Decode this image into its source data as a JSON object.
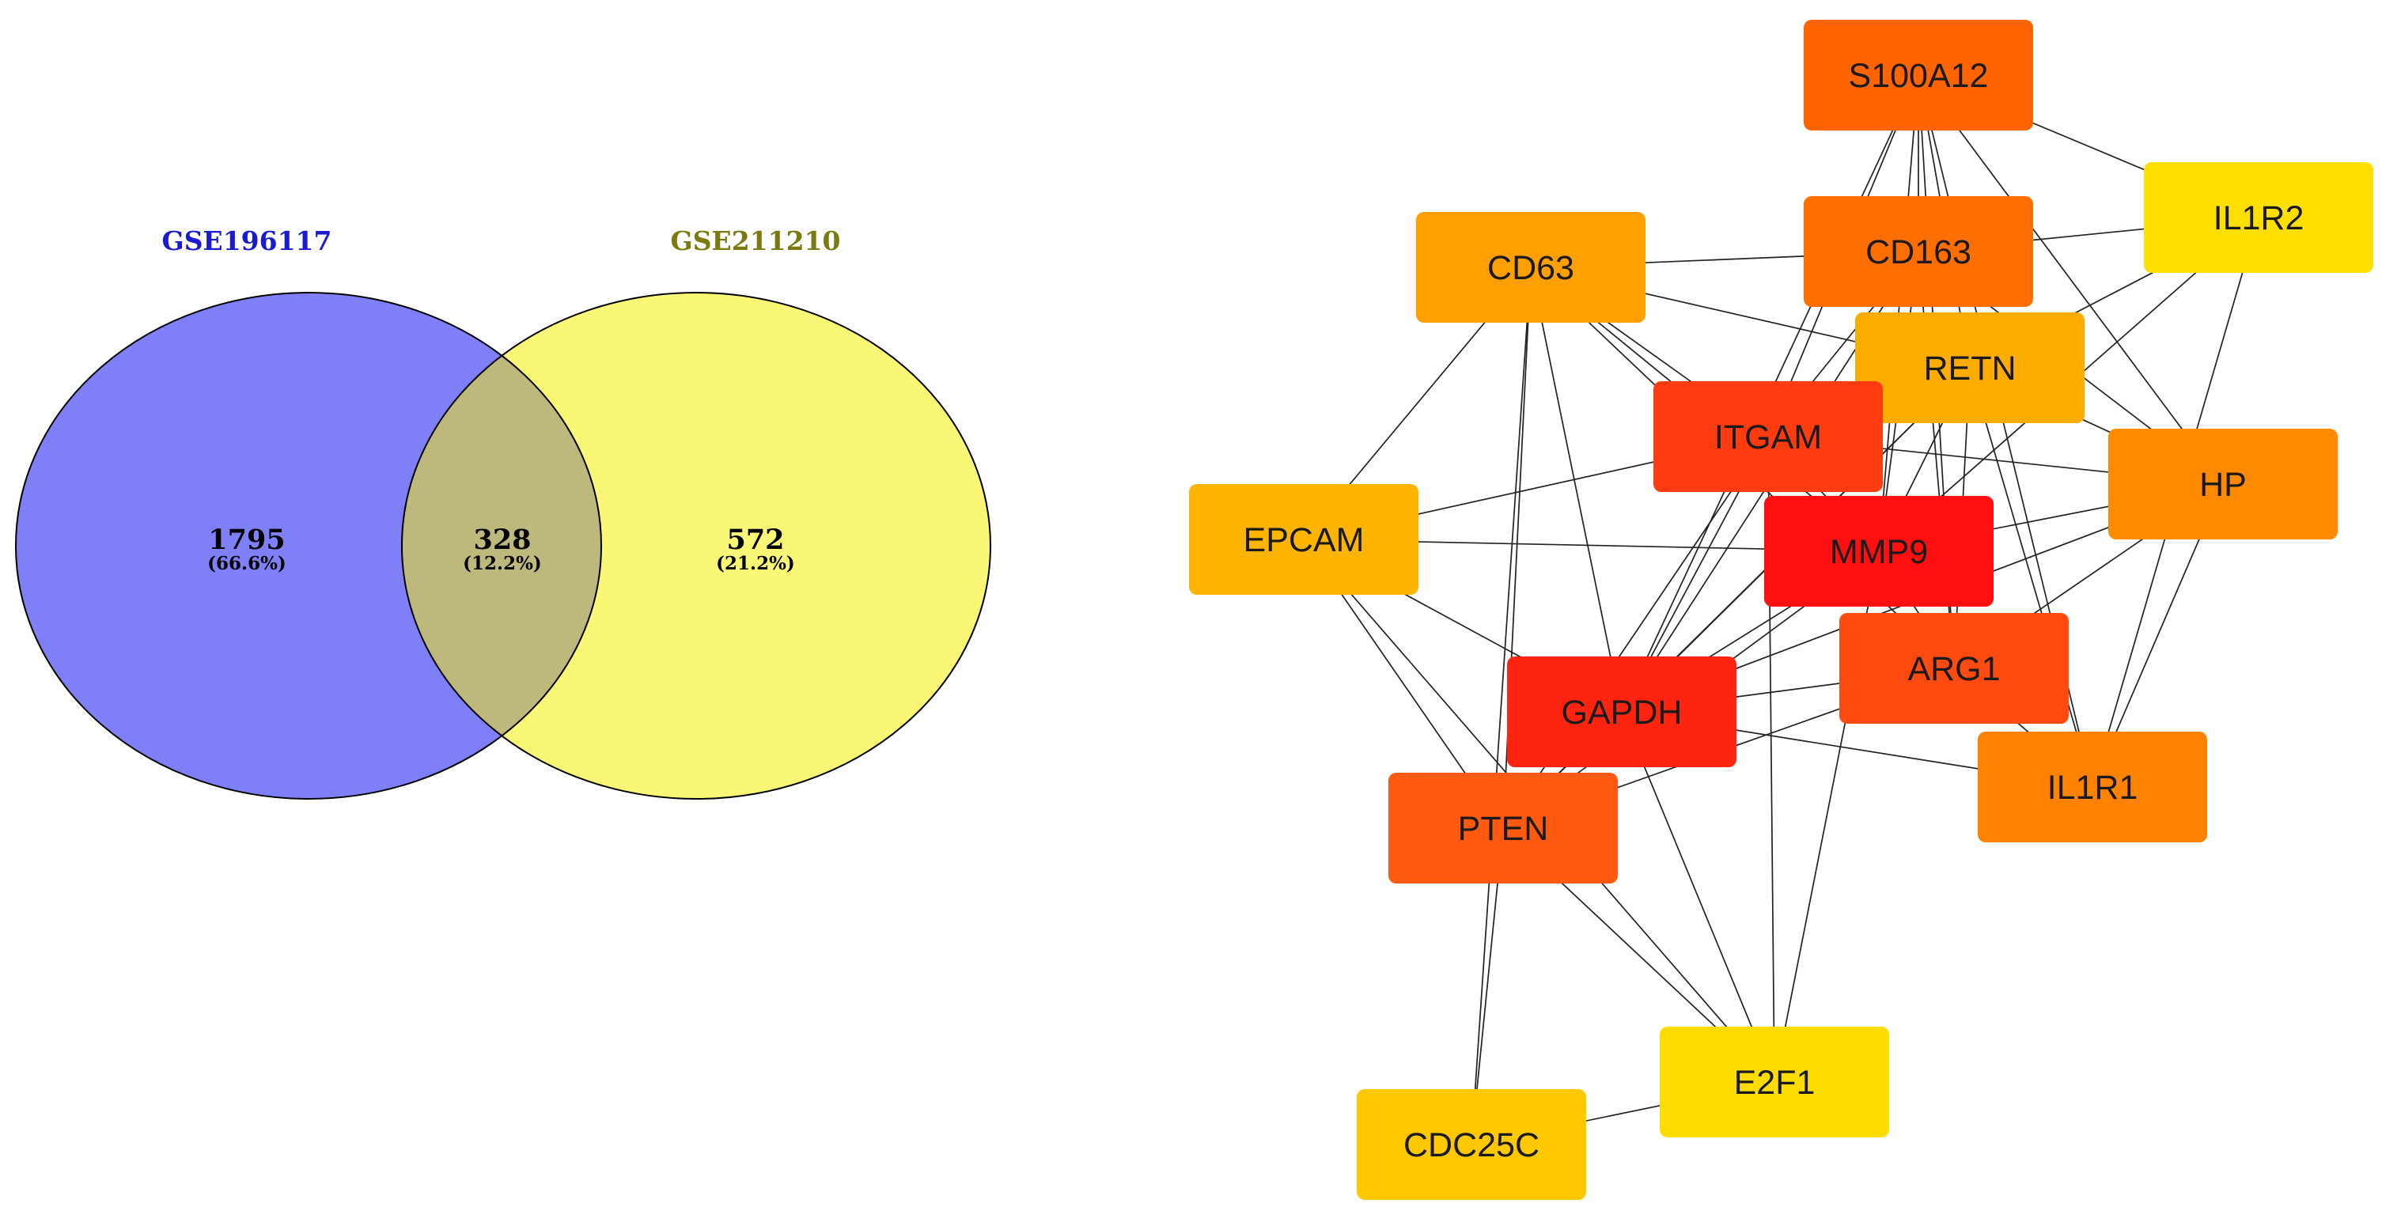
{
  "venn": {
    "sets": [
      {
        "name": "GSE196117",
        "color": "#1a1ad0",
        "fill": "#7f7ff8"
      },
      {
        "name": "GSE211210",
        "color": "#7a7a10",
        "fill": "#f9f775"
      }
    ],
    "regions": [
      {
        "id": "left",
        "count": "1795",
        "percent": "(66.6%)"
      },
      {
        "id": "overlap",
        "count": "328",
        "percent": "(12.2%)",
        "fill": "#bdb97d"
      },
      {
        "id": "right",
        "count": "572",
        "percent": "(21.2%)"
      }
    ]
  },
  "network": {
    "nodes": [
      {
        "id": "S100A12",
        "label": "S100A12",
        "color": "#ff6400"
      },
      {
        "id": "IL1R2",
        "label": "IL1R2",
        "color": "#ffdf00"
      },
      {
        "id": "CD63",
        "label": "CD63",
        "color": "#ff9f00"
      },
      {
        "id": "CD163",
        "label": "CD163",
        "color": "#ff6e00"
      },
      {
        "id": "RETN",
        "label": "RETN",
        "color": "#ffac00"
      },
      {
        "id": "ITGAM",
        "label": "ITGAM",
        "color": "#ff3c0f"
      },
      {
        "id": "HP",
        "label": "HP",
        "color": "#ff8a00"
      },
      {
        "id": "EPCAM",
        "label": "EPCAM",
        "color": "#ffb400"
      },
      {
        "id": "MMP9",
        "label": "MMP9",
        "color": "#ff1010"
      },
      {
        "id": "ARG1",
        "label": "ARG1",
        "color": "#ff4a10"
      },
      {
        "id": "GAPDH",
        "label": "GAPDH",
        "color": "#ff2410"
      },
      {
        "id": "IL1R1",
        "label": "IL1R1",
        "color": "#ff8200"
      },
      {
        "id": "PTEN",
        "label": "PTEN",
        "color": "#ff5a10"
      },
      {
        "id": "E2F1",
        "label": "E2F1",
        "color": "#ffdc00"
      },
      {
        "id": "CDC25C",
        "label": "CDC25C",
        "color": "#ffc800"
      }
    ],
    "edges": [
      [
        "S100A12",
        "CD163"
      ],
      [
        "S100A12",
        "RETN"
      ],
      [
        "S100A12",
        "ITGAM"
      ],
      [
        "S100A12",
        "MMP9"
      ],
      [
        "S100A12",
        "GAPDH"
      ],
      [
        "S100A12",
        "ARG1"
      ],
      [
        "S100A12",
        "HP"
      ],
      [
        "S100A12",
        "IL1R2"
      ],
      [
        "S100A12",
        "IL1R1"
      ],
      [
        "IL1R2",
        "CD163"
      ],
      [
        "IL1R2",
        "IL1R1"
      ],
      [
        "IL1R2",
        "MMP9"
      ],
      [
        "IL1R2",
        "RETN"
      ],
      [
        "CD63",
        "CD163"
      ],
      [
        "CD63",
        "RETN"
      ],
      [
        "CD63",
        "ITGAM"
      ],
      [
        "CD63",
        "MMP9"
      ],
      [
        "CD63",
        "GAPDH"
      ],
      [
        "CD63",
        "EPCAM"
      ],
      [
        "CD63",
        "PTEN"
      ],
      [
        "CD63",
        "ARG1"
      ],
      [
        "CD163",
        "ITGAM"
      ],
      [
        "CD163",
        "MMP9"
      ],
      [
        "CD163",
        "GAPDH"
      ],
      [
        "CD163",
        "ARG1"
      ],
      [
        "CD163",
        "HP"
      ],
      [
        "RETN",
        "ITGAM"
      ],
      [
        "RETN",
        "HP"
      ],
      [
        "RETN",
        "ARG1"
      ],
      [
        "RETN",
        "GAPDH"
      ],
      [
        "RETN",
        "MMP9"
      ],
      [
        "RETN",
        "PTEN"
      ],
      [
        "RETN",
        "IL1R1"
      ],
      [
        "ITGAM",
        "EPCAM"
      ],
      [
        "ITGAM",
        "HP"
      ],
      [
        "ITGAM",
        "GAPDH"
      ],
      [
        "ITGAM",
        "MMP9"
      ],
      [
        "ITGAM",
        "PTEN"
      ],
      [
        "ITGAM",
        "E2F1"
      ],
      [
        "HP",
        "MMP9"
      ],
      [
        "HP",
        "GAPDH"
      ],
      [
        "HP",
        "IL1R1"
      ],
      [
        "HP",
        "ARG1"
      ],
      [
        "EPCAM",
        "MMP9"
      ],
      [
        "EPCAM",
        "GAPDH"
      ],
      [
        "EPCAM",
        "PTEN"
      ],
      [
        "EPCAM",
        "E2F1"
      ],
      [
        "MMP9",
        "GAPDH"
      ],
      [
        "MMP9",
        "ARG1"
      ],
      [
        "MMP9",
        "PTEN"
      ],
      [
        "MMP9",
        "E2F1"
      ],
      [
        "ARG1",
        "GAPDH"
      ],
      [
        "ARG1",
        "PTEN"
      ],
      [
        "ARG1",
        "IL1R1"
      ],
      [
        "GAPDH",
        "PTEN"
      ],
      [
        "GAPDH",
        "IL1R1"
      ],
      [
        "GAPDH",
        "E2F1"
      ],
      [
        "PTEN",
        "E2F1"
      ],
      [
        "PTEN",
        "CDC25C"
      ],
      [
        "E2F1",
        "CDC25C"
      ],
      [
        "CD63",
        "CDC25C"
      ]
    ]
  }
}
